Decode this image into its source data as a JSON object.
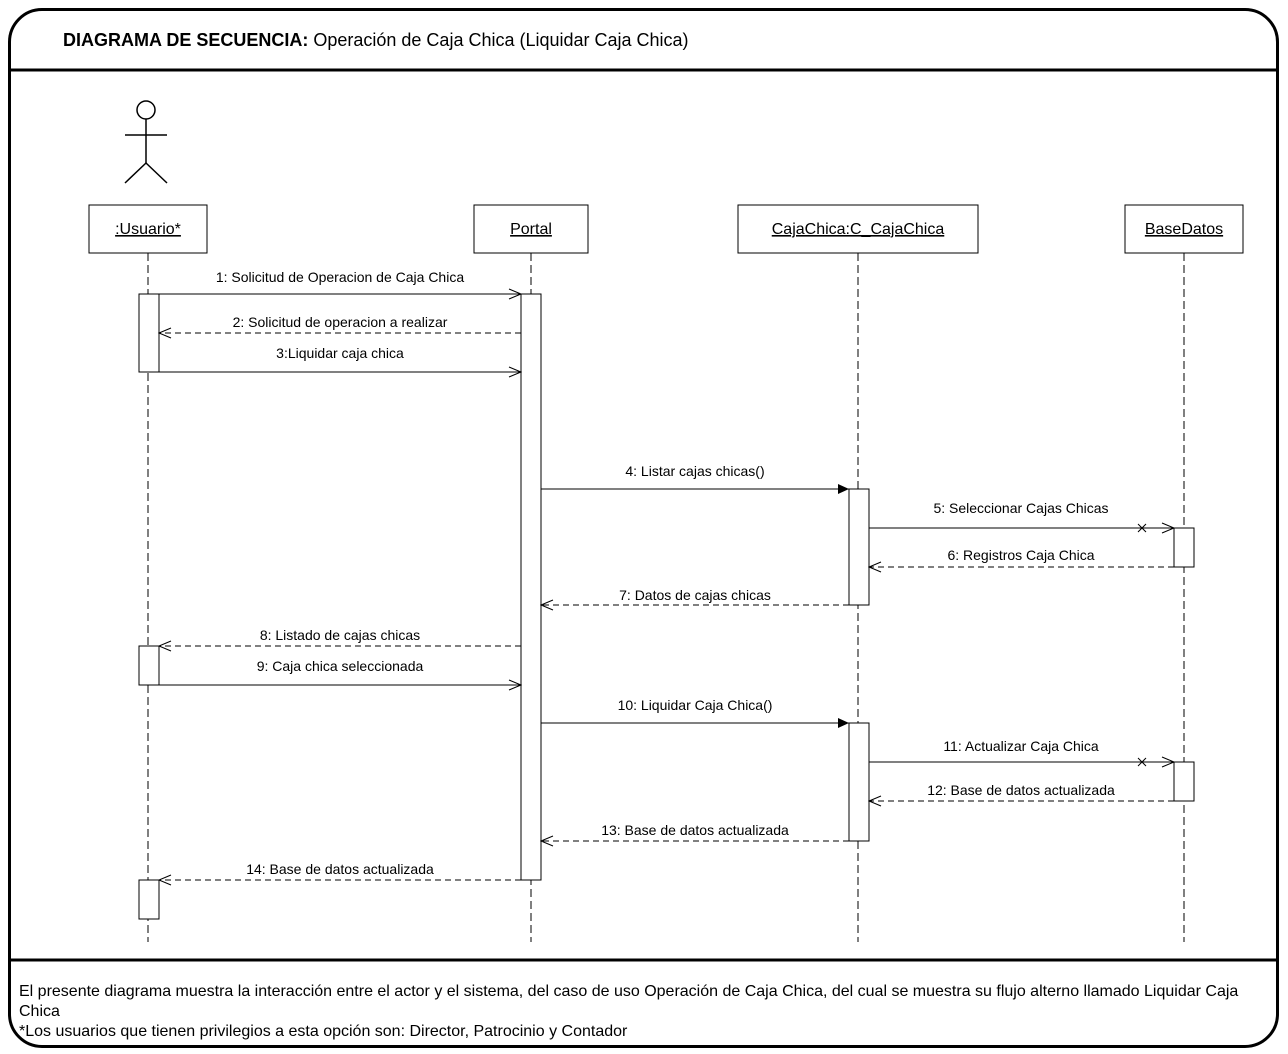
{
  "title": {
    "bold": "DIAGRAMA DE SECUENCIA:",
    "text": "Operación de Caja Chica (Liquidar Caja Chica)"
  },
  "lifelines": [
    {
      "id": "usuario",
      "label": ":Usuario*",
      "actor": true
    },
    {
      "id": "portal",
      "label": "Portal"
    },
    {
      "id": "cajachica",
      "label": "CajaChica:C_CajaChica"
    },
    {
      "id": "basedatos",
      "label": "BaseDatos"
    }
  ],
  "messages": [
    {
      "n": 1,
      "label": "1: Solicitud de Operacion de Caja Chica",
      "from": "usuario",
      "to": "portal",
      "kind": "async"
    },
    {
      "n": 2,
      "label": "2: Solicitud de operacion a realizar",
      "from": "portal",
      "to": "usuario",
      "kind": "return"
    },
    {
      "n": 3,
      "label": "3:Liquidar caja chica",
      "from": "usuario",
      "to": "portal",
      "kind": "async"
    },
    {
      "n": 4,
      "label": "4: Listar cajas chicas()",
      "from": "portal",
      "to": "cajachica",
      "kind": "sync"
    },
    {
      "n": 5,
      "label": "5: Seleccionar Cajas Chicas",
      "from": "cajachica",
      "to": "basedatos",
      "kind": "async"
    },
    {
      "n": 6,
      "label": "6: Registros Caja Chica",
      "from": "basedatos",
      "to": "cajachica",
      "kind": "return"
    },
    {
      "n": 7,
      "label": "7: Datos de cajas chicas",
      "from": "cajachica",
      "to": "portal",
      "kind": "return"
    },
    {
      "n": 8,
      "label": "8: Listado de cajas chicas",
      "from": "portal",
      "to": "usuario",
      "kind": "return"
    },
    {
      "n": 9,
      "label": "9: Caja chica seleccionada",
      "from": "usuario",
      "to": "portal",
      "kind": "async"
    },
    {
      "n": 10,
      "label": "10: Liquidar Caja Chica()",
      "from": "portal",
      "to": "cajachica",
      "kind": "sync"
    },
    {
      "n": 11,
      "label": "11: Actualizar Caja Chica",
      "from": "cajachica",
      "to": "basedatos",
      "kind": "async"
    },
    {
      "n": 12,
      "label": "12: Base de datos actualizada",
      "from": "basedatos",
      "to": "cajachica",
      "kind": "return"
    },
    {
      "n": 13,
      "label": "13: Base de datos actualizada",
      "from": "cajachica",
      "to": "portal",
      "kind": "return"
    },
    {
      "n": 14,
      "label": "14: Base de datos actualizada",
      "from": "portal",
      "to": "usuario",
      "kind": "return"
    }
  ],
  "footer": {
    "description": "El presente diagrama muestra la interacción entre el actor y el sistema, del caso de uso Operación de Caja Chica, del cual se muestra su flujo alterno llamado Liquidar Caja Chica",
    "note": "*Los usuarios que tienen privilegios a esta opción son: Director, Patrocinio y Contador"
  }
}
